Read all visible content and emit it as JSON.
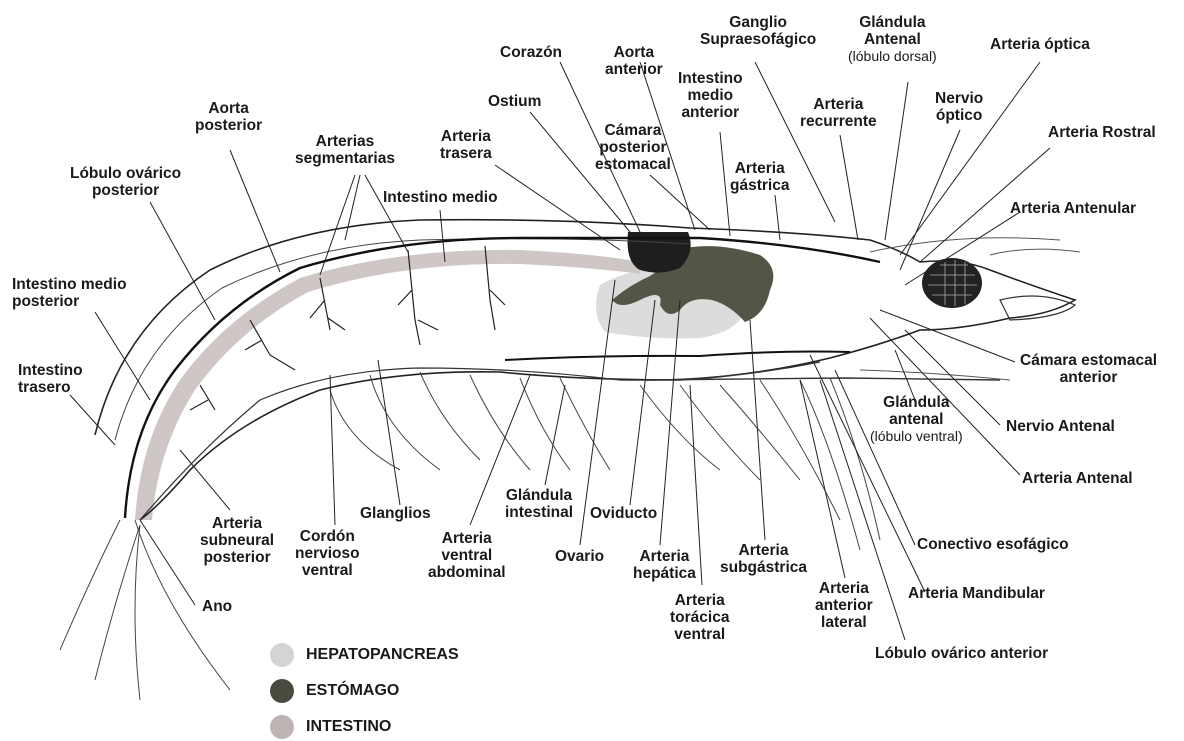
{
  "labels": {
    "corazon": "Corazón",
    "aorta_anterior": "Aorta\nanterior",
    "ganglio_supra": "Ganglio\nSupraesofágico",
    "glandula_antenal_dorsal": "Glándula\nAntenal",
    "glandula_antenal_dorsal_sub": "(lóbulo dorsal)",
    "arteria_optica": "Arteria óptica",
    "ostium": "Ostium",
    "intestino_medio_anterior": "Intestino\nmedio\nanterior",
    "arteria_recurrente": "Arteria\nrecurrente",
    "nervio_optico": "Nervio\nóptico",
    "aorta_posterior": "Aorta\nposterior",
    "arteria_rostral": "Arteria Rostral",
    "arterias_segmentarias": "Arterias\nsegmentarias",
    "arteria_trasera": "Arteria\ntrasera",
    "camara_posterior": "Cámara\nposterior\nestomacal",
    "lobulo_ovarico_posterior": "Lóbulo ovárico\nposterior",
    "arteria_gastrica": "Arteria\ngástrica",
    "intestino_medio": "Intestino medio",
    "arteria_antenular": "Arteria Antenular",
    "intestino_medio_posterior": "Intestino medio\nposterior",
    "camara_estomacal_anterior": "Cámara estomacal\nanterior",
    "intestino_trasero": "Intestino\ntrasero",
    "glandula_antenal_ventral": "Glándula\nantenal",
    "glandula_antenal_ventral_sub": "(lóbulo ventral)",
    "nervio_antenal": "Nervio Antenal",
    "arteria_antenal": "Arteria Antenal",
    "glandula_intestinal": "Glándula\nintestinal",
    "oviducto": "Oviducto",
    "glanglios": "Glanglios",
    "arteria_subneural": "Arteria\nsubneural\nposterior",
    "cordon_nervioso": "Cordón\nnervioso\nventral",
    "arteria_ventral_abdominal": "Arteria\nventral\nabdominal",
    "conectivo_esofagico": "Conectivo esofágico",
    "ovario": "Ovario",
    "arteria_hepatica": "Arteria\nhepática",
    "arteria_subgastrica": "Arteria\nsubgástrica",
    "arteria_toracica": "Arteria\ntorácica\nventral",
    "arteria_anterior_lateral": "Arteria\nanterior\nlateral",
    "arteria_mandibular": "Arteria Mandibular",
    "ano": "Ano",
    "lobulo_ovarico_anterior": "Lóbulo ovárico anterior"
  },
  "legend": [
    {
      "label": "HEPATOPANCREAS",
      "color": "#d4d4d4"
    },
    {
      "label": "ESTÓMAGO",
      "color": "#4a4a3e"
    },
    {
      "label": "INTESTINO",
      "color": "#bdb4b4"
    }
  ],
  "colors": {
    "outline": "#222222",
    "gut": "#cfc6c6",
    "stomach": "#555547",
    "hepato": "#dcdcdc",
    "heart": "#1e1e1e"
  }
}
